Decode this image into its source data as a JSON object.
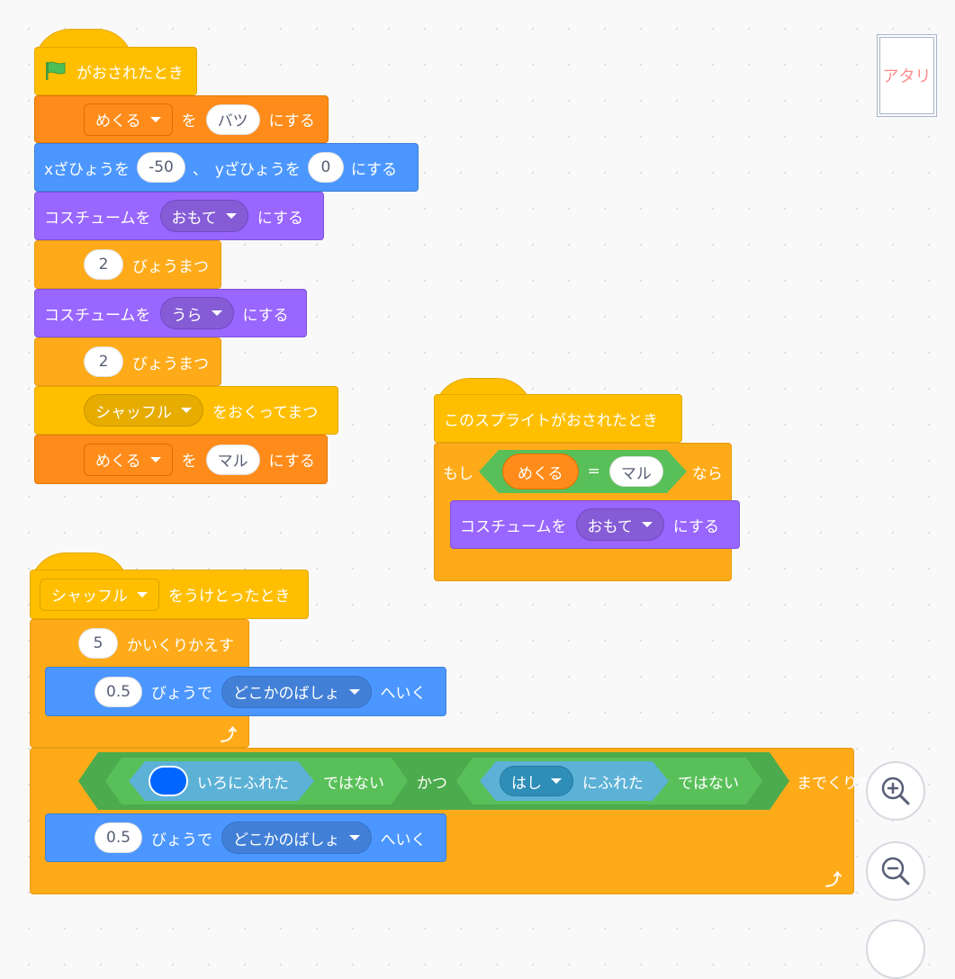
{
  "stack1": {
    "hat_label": "がおされたとき",
    "set_var": {
      "var": "めくる",
      "mid": "を",
      "value": "バツ",
      "end": "にする"
    },
    "goto_xy": {
      "x_label": "xざひょうを",
      "x": "-50",
      "sep": "、",
      "y_label": "yざひょうを",
      "y": "0",
      "end": "にする"
    },
    "costume1": {
      "label": "コスチュームを",
      "value": "おもて",
      "end": "にする"
    },
    "wait1": {
      "value": "2",
      "label": "びょうまつ"
    },
    "costume2": {
      "label": "コスチュームを",
      "value": "うら",
      "end": "にする"
    },
    "wait2": {
      "value": "2",
      "label": "びょうまつ"
    },
    "broadcast_wait": {
      "value": "シャッフル",
      "label": "をおくってまつ"
    },
    "set_var2": {
      "var": "めくる",
      "mid": "を",
      "value": "マル",
      "end": "にする"
    }
  },
  "stack2": {
    "hat_label": "このスプライトがおされたとき",
    "if_label": "もし",
    "var": "めくる",
    "eq": "=",
    "value": "マル",
    "then_label": "なら",
    "costume": {
      "label": "コスチュームを",
      "value": "おもて",
      "end": "にする"
    }
  },
  "stack3": {
    "hat": {
      "value": "シャッフル",
      "label": "をうけとったとき"
    },
    "repeat": {
      "value": "5",
      "label": "かいくりかえす"
    },
    "glide1": {
      "value": "0.5",
      "label": "びょうで",
      "target": "どこかのばしょ",
      "end": "へいく"
    },
    "until": {
      "touch_color": "いろにふれた",
      "not1": "ではない",
      "and": "かつ",
      "edge": "はし",
      "touch": "にふれた",
      "not2": "ではない",
      "end": "までくりかえす",
      "swatch_color": "#0066ff"
    },
    "glide2": {
      "value": "0.5",
      "label": "びょうで",
      "target": "どこかのばしょ",
      "end": "へいく"
    }
  },
  "preview": {
    "label": "アタリ"
  },
  "colors": {
    "events": "#ffbf00",
    "control": "#ffab19",
    "variables": "#ff8c1a",
    "motion": "#4c97ff",
    "looks": "#9966ff",
    "operators": "#59c059",
    "sensing": "#5cb1d6"
  },
  "icons": {
    "flag": "green-flag-icon",
    "zoom_in": "zoom-in-icon",
    "zoom_out": "zoom-out-icon",
    "loop_arrow": "loop-arrow-icon"
  }
}
